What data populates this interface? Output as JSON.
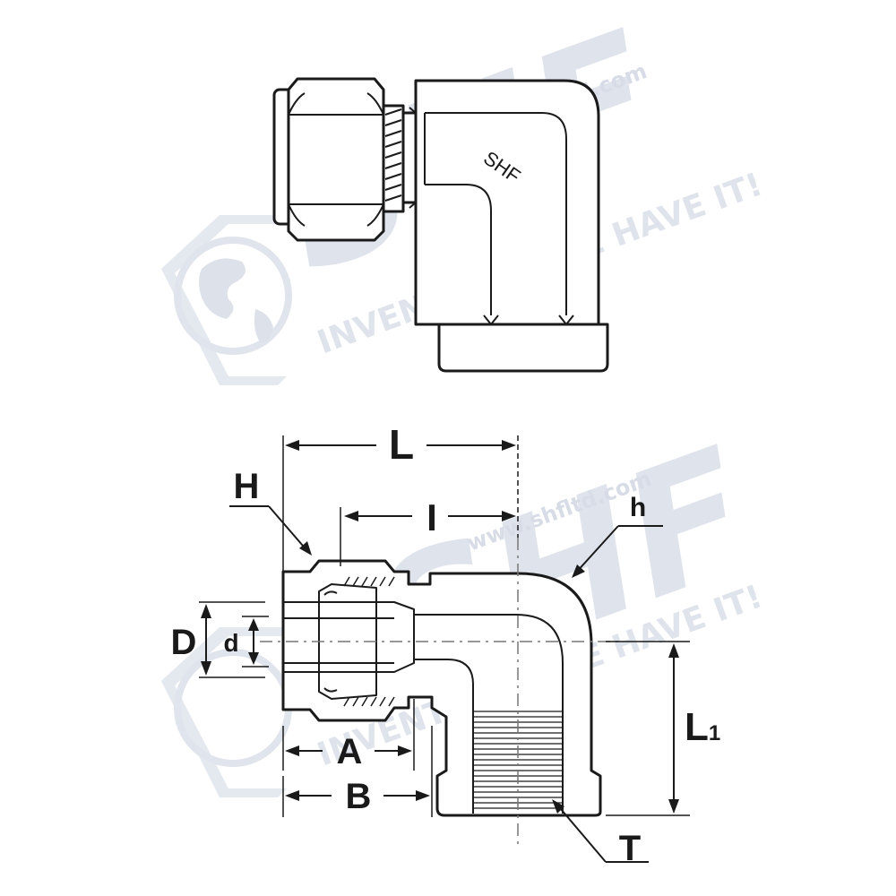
{
  "watermark": {
    "logo_text": "SHF",
    "url": "www.shfltd.com",
    "slogan": "INVENTORY - WE HAVE IT!",
    "color": "#d5dae6"
  },
  "body_marking": "SHF",
  "dimension_labels": {
    "L": "L",
    "I": "I",
    "H": "H",
    "h": "h",
    "D": "D",
    "d": "d",
    "A": "A",
    "B": "B",
    "L1_main": "L",
    "L1_sub": "1",
    "T": "T"
  },
  "colors": {
    "line": "#1a1a1a",
    "thin_line": "#555555",
    "fill": "#ffffff"
  }
}
